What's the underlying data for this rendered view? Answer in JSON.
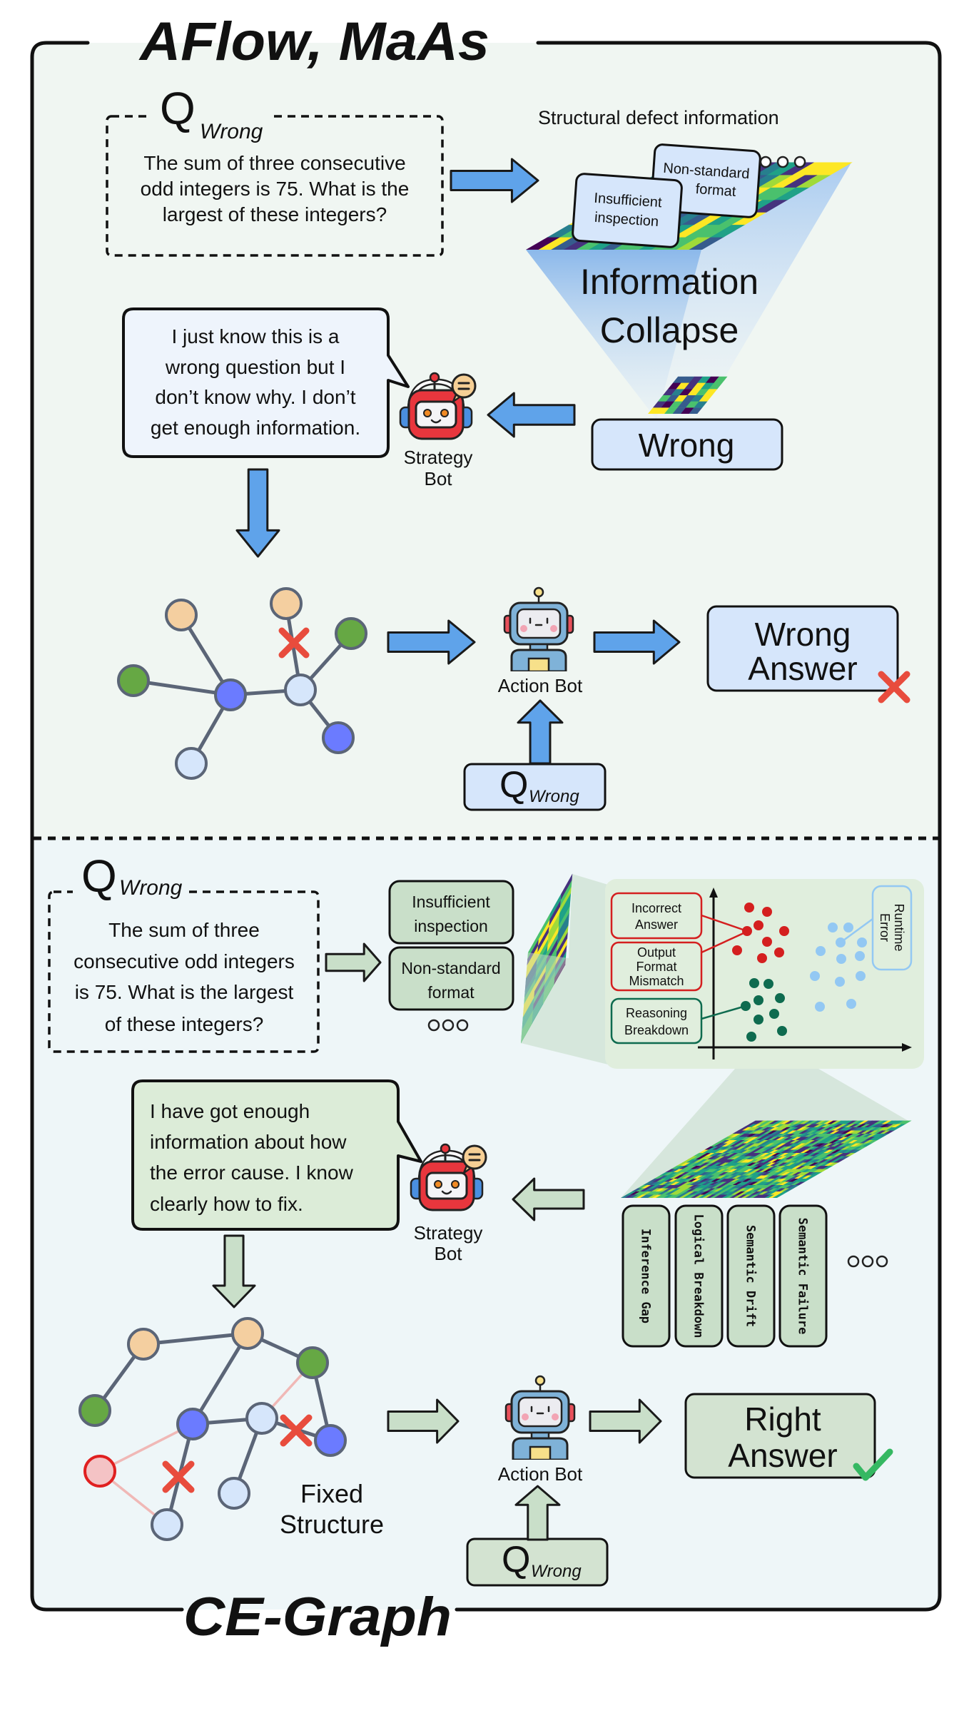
{
  "figure": {
    "top_title": "AFlow, MaAs",
    "bottom_title": "CE-Graph"
  },
  "colors": {
    "top_background": "#f0f6f2",
    "bottom_background": "#eef6f8",
    "peach": "#f4cfa0",
    "green": "#66a844",
    "blue": "#6b7bff",
    "light": "#d6e6fb",
    "error": "#f4c3c5",
    "error_stroke": "#e02020",
    "node_stroke": "#5b6577",
    "pink_edge": "#f0b8b6",
    "cross": "#e84c3d",
    "check": "#35b862",
    "arrow_blue": "#5fa3ea",
    "arrow_green": "#c9dfc9",
    "box_blue": "#d6e6fb",
    "box_green": "#d3e3d1",
    "cluster_red": "#d41f1f",
    "cluster_green": "#0e6b4f",
    "cluster_blue": "#93c8f3"
  },
  "top": {
    "question": {
      "symbol": "Q",
      "subscript": "Wrong",
      "lines": [
        "The sum of three consecutive",
        "odd integers is 75. What is the",
        "largest of these integers?"
      ]
    },
    "defect_caption": "Structural defect information",
    "defect_cards": [
      {
        "lines": [
          "Insufficient",
          "inspection"
        ]
      },
      {
        "lines": [
          "Non-standard",
          "format"
        ]
      }
    ],
    "funnel_label": [
      "Information",
      "Collapse"
    ],
    "collapsed_output": "Wrong",
    "strategy_bot": {
      "label": [
        "Strategy",
        "Bot"
      ],
      "speech": [
        "I just know this is a",
        "wrong question but I",
        "don’t know why. I don’t",
        "get enough information."
      ]
    },
    "action_bot": {
      "label": "Action Bot"
    },
    "answer": {
      "lines": [
        "Wrong",
        "Answer"
      ],
      "status": "incorrect"
    },
    "query": {
      "symbol": "Q",
      "subscript": "Wrong"
    },
    "graph": {
      "node_types": [
        "peach",
        "peach",
        "green",
        "blue",
        "light",
        "green",
        "blue",
        "light"
      ]
    }
  },
  "bottom": {
    "question": {
      "symbol": "Q",
      "subscript": "Wrong",
      "lines": [
        "The sum of three",
        "consecutive odd integers",
        "is 75. What is the largest",
        "of these integers?"
      ]
    },
    "defect_cards": [
      {
        "lines": [
          "Insufficient",
          "inspection"
        ]
      },
      {
        "lines": [
          "Non-standard",
          "format"
        ]
      }
    ],
    "error_clusters": [
      {
        "label": [
          "Incorrect",
          "Answer"
        ],
        "color_key": "cluster_red"
      },
      {
        "label": [
          "Output",
          "Format",
          "Mismatch"
        ],
        "color_key": "cluster_red"
      },
      {
        "label": [
          "Reasoning",
          "Breakdown"
        ],
        "color_key": "cluster_green"
      },
      {
        "label": [
          "Runtime",
          "Error"
        ],
        "color_key": "cluster_blue"
      }
    ],
    "failure_modes": [
      "Inference Gap",
      "Logical Breakdown",
      "Semantic Drift",
      "Semantic Failure"
    ],
    "strategy_bot": {
      "label": [
        "Strategy",
        "Bot"
      ],
      "speech": [
        "I have got enough",
        "information about how",
        "the error cause. I know",
        "clearly how to fix."
      ]
    },
    "graph": {
      "node_types": [
        "peach",
        "peach",
        "green",
        "green",
        "blue",
        "light",
        "blue",
        "error",
        "light",
        "light"
      ],
      "caption": [
        "Fixed",
        "Structure"
      ]
    },
    "action_bot": {
      "label": "Action Bot"
    },
    "answer": {
      "lines": [
        "Right",
        "Answer"
      ],
      "status": "correct"
    },
    "query": {
      "symbol": "Q",
      "subscript": "Wrong"
    }
  }
}
